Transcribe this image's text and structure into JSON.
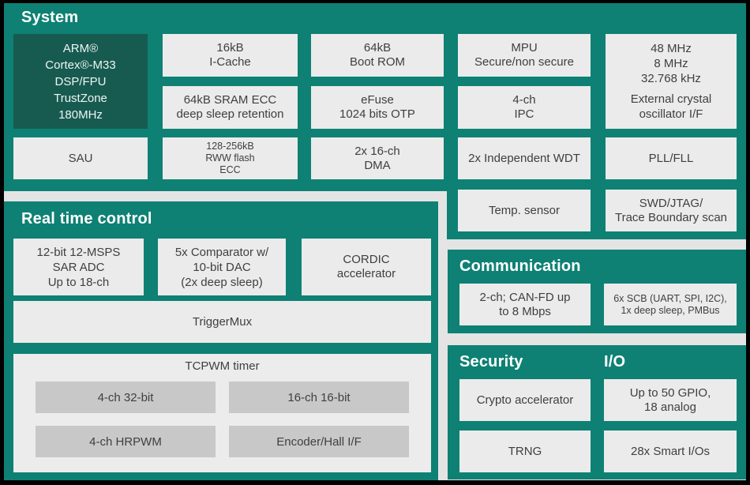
{
  "colors": {
    "page_border": "#000000",
    "canvas_bg": "#e4e4e4",
    "teal": "#0e8174",
    "dark_teal": "#175b50",
    "block_bg": "#ebebeb",
    "subpanel_bg": "#ececec",
    "subblock_bg": "#c8c8c8",
    "block_text": "#3f3f3f",
    "title_text": "#ffffff"
  },
  "system": {
    "title": "System",
    "cpu": [
      "ARM®",
      "Cortex®-M33",
      "DSP/FPU",
      "TrustZone",
      "180MHz"
    ],
    "icache": [
      "16kB",
      "I-Cache"
    ],
    "boot_rom": [
      "64kB",
      "Boot ROM"
    ],
    "mpu": [
      "MPU",
      "Secure/non secure"
    ],
    "clocks": [
      "48 MHz",
      "8 MHz",
      "32.768 kHz"
    ],
    "crystal": [
      "External crystal",
      "oscillator I/F"
    ],
    "sram": [
      "64kB SRAM ECC",
      "deep sleep retention"
    ],
    "efuse": [
      "eFuse",
      "1024 bits OTP"
    ],
    "ipc": [
      "4-ch",
      "IPC"
    ],
    "sau": "SAU",
    "flash": [
      "128-256kB",
      "RWW flash",
      "ECC"
    ],
    "dma": [
      "2x 16-ch",
      "DMA"
    ],
    "wdt": "2x Independent WDT",
    "pll": "PLL/FLL",
    "temp_sensor": "Temp. sensor",
    "swd": [
      "SWD/JTAG/",
      "Trace Boundary scan"
    ]
  },
  "rtc": {
    "title": "Real time control",
    "adc": [
      "12-bit 12-MSPS",
      "SAR ADC",
      "Up to 18-ch"
    ],
    "comparator": [
      "5x Comparator w/",
      "10-bit DAC",
      "(2x deep sleep)"
    ],
    "cordic": [
      "CORDIC",
      "accelerator"
    ],
    "triggermux": "TriggerMux",
    "tcpwm": {
      "title": "TCPWM timer",
      "blocks": [
        "4-ch 32-bit",
        "16-ch 16-bit",
        "4-ch HRPWM",
        "Encoder/Hall I/F"
      ]
    }
  },
  "communication": {
    "title": "Communication",
    "canfd": [
      "2-ch; CAN-FD up",
      "to 8 Mbps"
    ],
    "scb": [
      "6x SCB (UART, SPI, I2C),",
      "1x deep sleep, PMBus"
    ]
  },
  "security": {
    "title": "Security",
    "crypto": "Crypto accelerator",
    "trng": "TRNG"
  },
  "io": {
    "title": "I/O",
    "gpio": [
      "Up to 50 GPIO,",
      "18 analog"
    ],
    "smart_io": "28x Smart I/Os"
  }
}
